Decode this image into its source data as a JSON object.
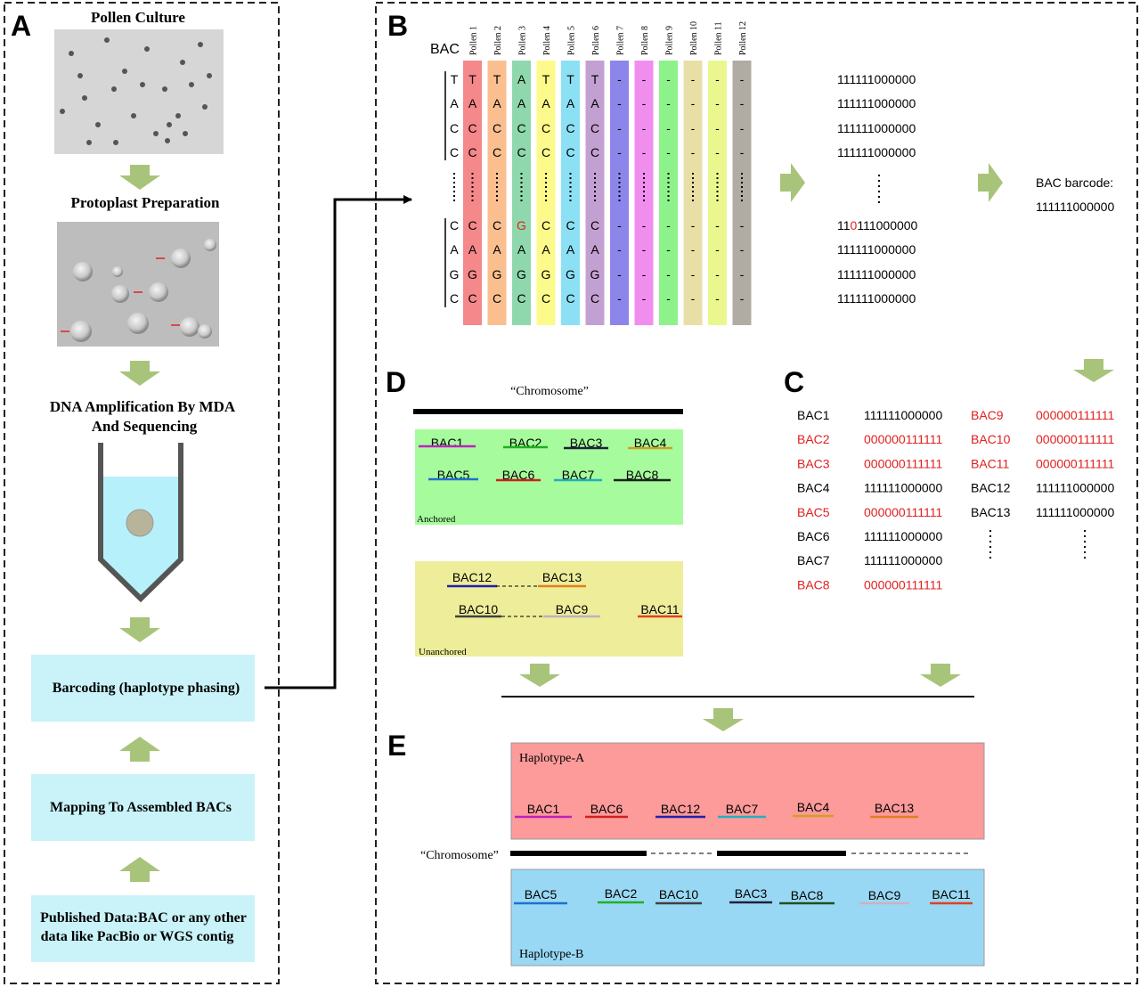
{
  "panels": {
    "a": "A",
    "b": "B",
    "c": "C",
    "d": "D",
    "e": "E"
  },
  "panel_a": {
    "step1": "Pollen  Culture",
    "step2": "Protoplast Preparation",
    "step3_line1": "DNA Amplification By MDA",
    "step3_line2": "And Sequencing",
    "box1": "Barcoding (haplotype phasing)",
    "box2": "Mapping To Assembled BACs",
    "box3_line1": "Published Data:BAC or any other",
    "box3_line2": "data like PacBio or WGS contig"
  },
  "panel_b": {
    "bac_label": "BAC",
    "pollen_labels": [
      "Pollen 1",
      "Pollen 2",
      "Pollen 3",
      "Pollen 4",
      "Pollen 5",
      "Pollen 6",
      "Pollen 7",
      "Pollen 8",
      "Pollen 9",
      "Pollen 10",
      "Pollen 11",
      "Pollen 12"
    ],
    "pollen_colors": [
      "#f4888a",
      "#fbbf8f",
      "#8fd8ad",
      "#fbfa8a",
      "#8be0f4",
      "#c3a0d2",
      "#8c86ea",
      "#f28df0",
      "#8df28a",
      "#e8dfa6",
      "#eaf78f",
      "#b0aca4"
    ],
    "bac_bases": [
      "T",
      "A",
      "C",
      "C",
      "C",
      "A",
      "G",
      "C"
    ],
    "rows": [
      [
        "T",
        "T",
        "A",
        "T",
        "T",
        "T",
        "-",
        "-",
        "-",
        "-",
        "-",
        "-"
      ],
      [
        "A",
        "A",
        "A",
        "A",
        "A",
        "A",
        "-",
        "-",
        "-",
        "-",
        "-",
        "-"
      ],
      [
        "C",
        "C",
        "C",
        "C",
        "C",
        "C",
        "-",
        "-",
        "-",
        "-",
        "-",
        "-"
      ],
      [
        "C",
        "C",
        "C",
        "C",
        "C",
        "C",
        "-",
        "-",
        "-",
        "-",
        "-",
        "-"
      ],
      [
        "C",
        "C",
        "G",
        "C",
        "C",
        "C",
        "-",
        "-",
        "-",
        "-",
        "-",
        "-"
      ],
      [
        "A",
        "A",
        "A",
        "A",
        "A",
        "A",
        "-",
        "-",
        "-",
        "-",
        "-",
        "-"
      ],
      [
        "G",
        "G",
        "G",
        "G",
        "G",
        "G",
        "-",
        "-",
        "-",
        "-",
        "-",
        "-"
      ],
      [
        "C",
        "C",
        "C",
        "C",
        "C",
        "C",
        "-",
        "-",
        "-",
        "-",
        "-",
        "-"
      ]
    ],
    "codes": [
      "111111000000",
      "111111000000",
      "111111000000",
      "111111000000",
      "111111000000",
      "111111000000",
      "111111000000",
      "111111000000"
    ],
    "code_error": {
      "prefix": "11",
      "digit": "0",
      "suffix": "111000000"
    },
    "barcode_title": "BAC barcode:",
    "barcode_value": "111111000000",
    "highlight_color": "#e02020"
  },
  "panel_c": {
    "left": [
      {
        "name": "BAC1",
        "code": "111111000000",
        "red": false
      },
      {
        "name": "BAC2",
        "code": "000000111111",
        "red": true
      },
      {
        "name": "BAC3",
        "code": "000000111111",
        "red": true
      },
      {
        "name": "BAC4",
        "code": "111111000000",
        "red": false
      },
      {
        "name": "BAC5",
        "code": "000000111111",
        "red": true
      },
      {
        "name": "BAC6",
        "code": "111111000000",
        "red": false
      },
      {
        "name": "BAC7",
        "code": "111111000000",
        "red": false
      },
      {
        "name": "BAC8",
        "code": "000000111111",
        "red": true
      }
    ],
    "right": [
      {
        "name": "BAC9",
        "code": "000000111111",
        "red": true
      },
      {
        "name": "BAC10",
        "code": "000000111111",
        "red": true
      },
      {
        "name": "BAC11",
        "code": "000000111111",
        "red": true
      },
      {
        "name": "BAC12",
        "code": "111111000000",
        "red": false
      },
      {
        "name": "BAC13",
        "code": "111111000000",
        "red": false
      }
    ]
  },
  "panel_d": {
    "chromosome": "“Chromosome”",
    "anchored_label": "Anchored",
    "unanchored_label": "Unanchored",
    "anchored_color": "#a6fb9c",
    "unanchored_color": "#eeed9a",
    "anchored_bacs": [
      {
        "name": "BAC1",
        "color": "#c020c0"
      },
      {
        "name": "BAC2",
        "color": "#20b020"
      },
      {
        "name": "BAC3",
        "color": "#202040"
      },
      {
        "name": "BAC4",
        "color": "#d0a020"
      },
      {
        "name": "BAC5",
        "color": "#2070d0"
      },
      {
        "name": "BAC6",
        "color": "#d02020"
      },
      {
        "name": "BAC7",
        "color": "#20b0c0"
      },
      {
        "name": "BAC8",
        "color": "#202020"
      }
    ],
    "unanchored_bacs": [
      {
        "name": "BAC12",
        "color": "#2020b0"
      },
      {
        "name": "BAC13",
        "color": "#e08020"
      },
      {
        "name": "BAC10",
        "color": "#404040"
      },
      {
        "name": "BAC9",
        "color": "#c0b0c0"
      },
      {
        "name": "BAC11",
        "color": "#e04020"
      }
    ]
  },
  "panel_e": {
    "hap_a": "Haplotype-A",
    "hap_b": "Haplotype-B",
    "chromosome": "“Chromosome”",
    "hap_a_color": "#fd9a9a",
    "hap_b_color": "#99d8f4",
    "hap_a_bacs": [
      {
        "name": "BAC1",
        "color": "#c020c0"
      },
      {
        "name": "BAC6",
        "color": "#d02020"
      },
      {
        "name": "BAC12",
        "color": "#2020b0"
      },
      {
        "name": "BAC7",
        "color": "#20b0c0"
      },
      {
        "name": "BAC4",
        "color": "#d0a020"
      },
      {
        "name": "BAC13",
        "color": "#e08020"
      }
    ],
    "hap_b_bacs": [
      {
        "name": "BAC5",
        "color": "#2070d0"
      },
      {
        "name": "BAC2",
        "color": "#20b020"
      },
      {
        "name": "BAC10",
        "color": "#404040"
      },
      {
        "name": "BAC3",
        "color": "#202040"
      },
      {
        "name": "BAC8",
        "color": "#205020"
      },
      {
        "name": "BAC9",
        "color": "#d0b0c0"
      },
      {
        "name": "BAC11",
        "color": "#e04020"
      }
    ]
  },
  "icons": {
    "arrow": "down-arrow-icon",
    "cell_image": "pollen-cells-image",
    "tube": "test-tube-icon"
  }
}
